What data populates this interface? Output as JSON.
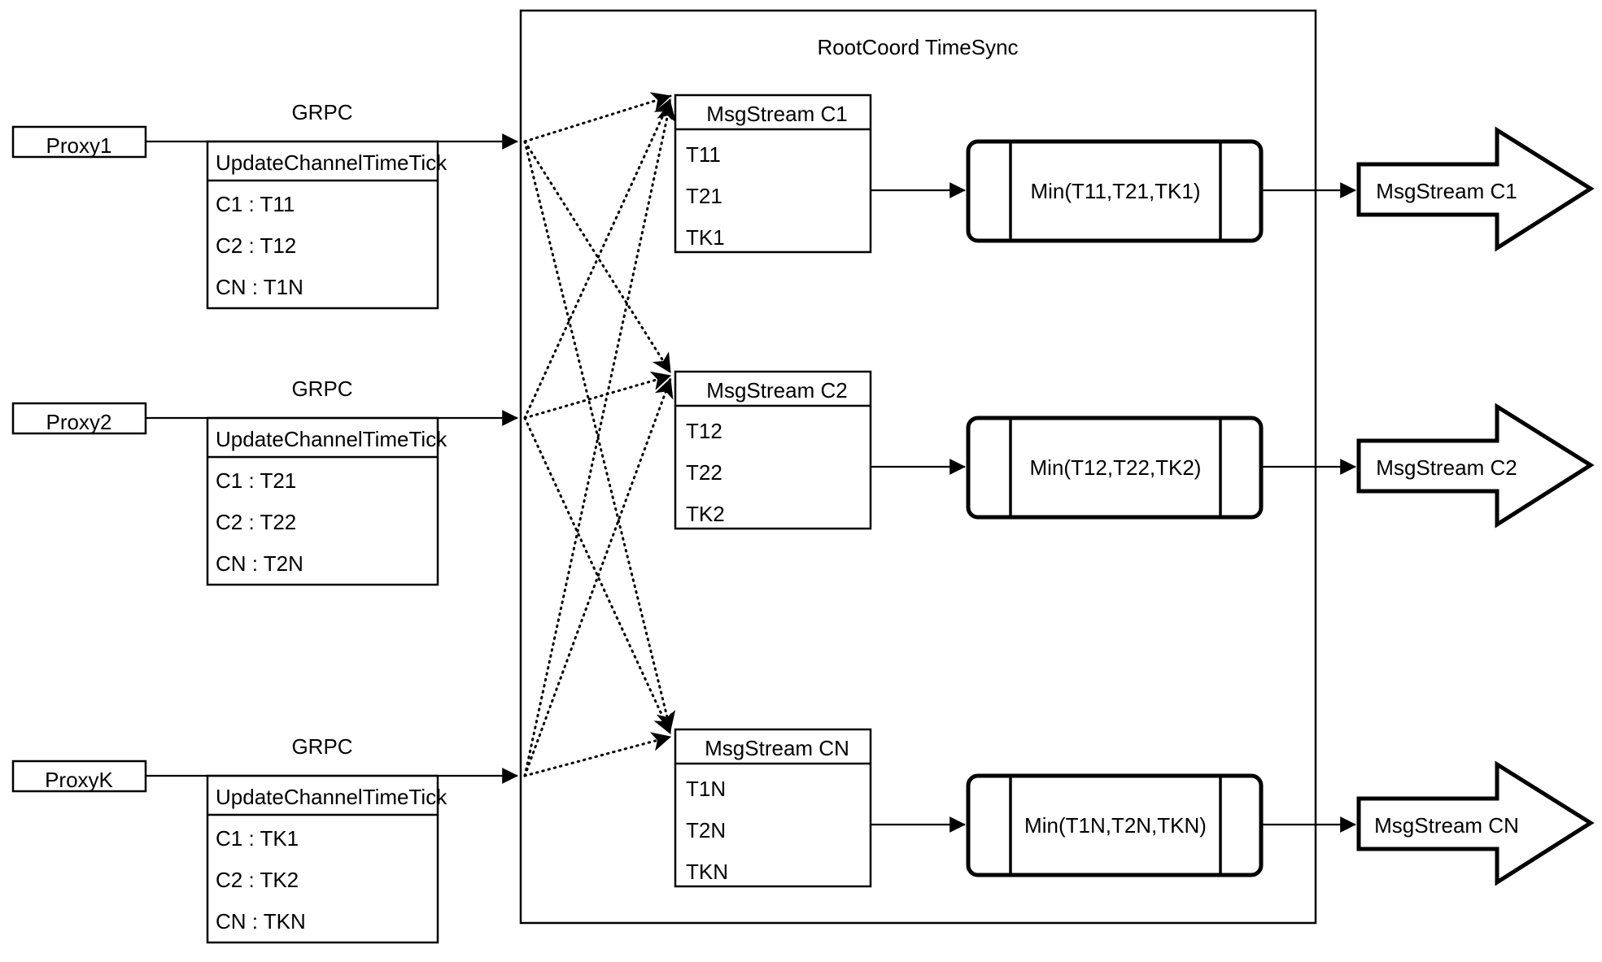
{
  "diagram": {
    "title": "RootCoord TimeSync",
    "proxy_groups": [
      {
        "proxy_label": "Proxy1",
        "link_label": "GRPC",
        "table_title": "UpdateChannelTimeTick",
        "rows": [
          "C1 :  T11",
          "C2 :  T12",
          "CN : T1N"
        ]
      },
      {
        "proxy_label": "Proxy2",
        "link_label": "GRPC",
        "table_title": "UpdateChannelTimeTick",
        "rows": [
          "C1 :  T21",
          "C2 :  T22",
          "CN : T2N"
        ]
      },
      {
        "proxy_label": "ProxyK",
        "link_label": "GRPC",
        "table_title": "UpdateChannelTimeTick",
        "rows": [
          "C1 :  TK1",
          "C2 :  TK2",
          "CN : TKN"
        ]
      }
    ],
    "channels": [
      {
        "stream_title": "MsgStream C1",
        "ticks": [
          "T11",
          "T21",
          "TK1"
        ],
        "min_label": "Min(T11,T21,TK1)",
        "output_label": "MsgStream C1"
      },
      {
        "stream_title": "MsgStream C2",
        "ticks": [
          "T12",
          "T22",
          "TK2"
        ],
        "min_label": "Min(T12,T22,TK2)",
        "output_label": "MsgStream C2"
      },
      {
        "stream_title": "MsgStream CN",
        "ticks": [
          "T1N",
          "T2N",
          "TKN"
        ],
        "min_label": "Min(T1N,T2N,TKN)",
        "output_label": "MsgStream CN"
      }
    ],
    "colors": {
      "stroke": "#000000",
      "background": "#ffffff",
      "text": "#000000"
    }
  }
}
